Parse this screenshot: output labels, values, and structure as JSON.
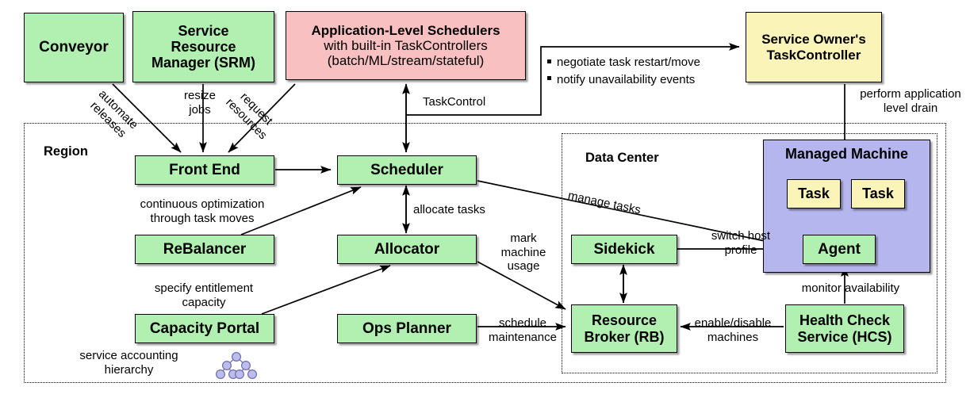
{
  "diagram": {
    "title": "Cluster management architecture",
    "colors": {
      "green": "#b2f0b2",
      "pink": "#f8c0c0",
      "yellow": "#fbf4b8",
      "purple": "#b6b6ee",
      "stroke": "#000000",
      "background": "#ffffff"
    },
    "zones": [
      {
        "id": "region",
        "label": "Region"
      },
      {
        "id": "data-center",
        "label": "Data Center"
      }
    ],
    "nodes": {
      "conveyor": {
        "title": "Conveyor"
      },
      "srm": {
        "title": "Service\nResource\nManager (SRM)"
      },
      "als": {
        "title": "Application-Level Schedulers",
        "sub1": "with built-in TaskControllers",
        "sub2": "(batch/ML/stream/stateful)"
      },
      "service_owner_tc": {
        "title": "Service Owner's\nTaskController"
      },
      "front_end": {
        "title": "Front End"
      },
      "scheduler": {
        "title": "Scheduler"
      },
      "rebalancer": {
        "title": "ReBalancer"
      },
      "allocator": {
        "title": "Allocator"
      },
      "capacity_portal": {
        "title": "Capacity Portal"
      },
      "ops_planner": {
        "title": "Ops Planner"
      },
      "sidekick": {
        "title": "Sidekick"
      },
      "resource_broker": {
        "title": "Resource\nBroker (RB)"
      },
      "health_check": {
        "title": "Health Check\nService (HCS)"
      },
      "managed_machine": {
        "title": "Managed Machine"
      },
      "task_1": {
        "title": "Task"
      },
      "task_2": {
        "title": "Task"
      },
      "agent": {
        "title": "Agent"
      }
    },
    "edge_labels": {
      "automate_releases": "automate\nreleases",
      "resize_jobs": "resize\njobs",
      "request_resources": "request\nresources",
      "task_control": "TaskControl",
      "negotiate_bullet_1": "negotiate task restart/move",
      "negotiate_bullet_2": "notify unavailability events",
      "perform_drain": "perform application\nlevel drain",
      "continuous_optimization": "continuous optimization\nthrough task moves",
      "allocate_tasks": "allocate tasks",
      "manage_tasks": "manage tasks",
      "mark_machine_usage": "mark\nmachine\nusage",
      "specify_entitlement": "specify entitlement\ncapacity",
      "schedule_maintenance": "schedule\nmaintenance",
      "switch_host_profile": "switch host\nprofile",
      "enable_disable": "enable/disable\nmachines",
      "monitor_availability": "monitor availability",
      "service_accounting": "service accounting\nhierarchy"
    }
  }
}
